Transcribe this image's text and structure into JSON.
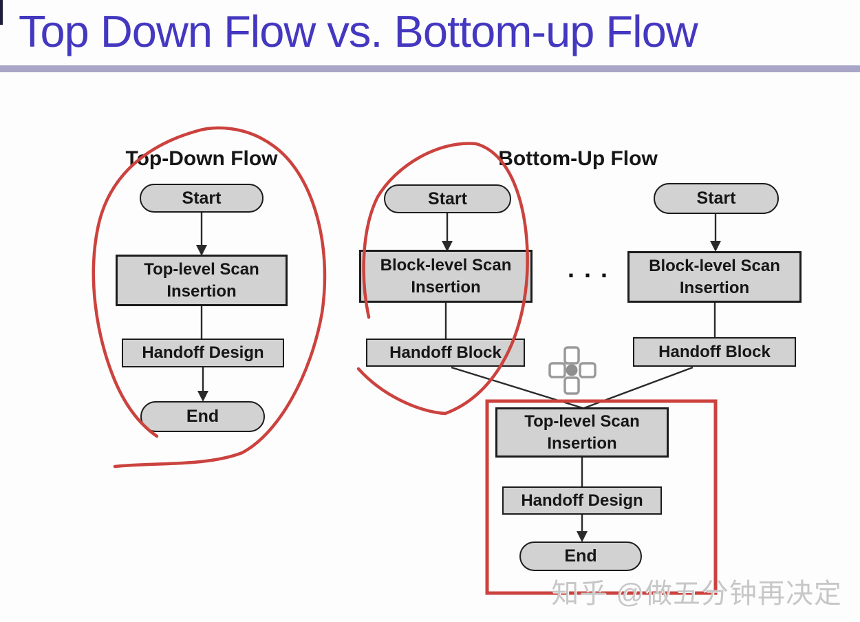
{
  "slide": {
    "title": "Top Down Flow vs. Bottom-up Flow"
  },
  "colors": {
    "title_text": "#4438c0",
    "title_rule": "#a8a5c6",
    "corner_mark": "#1e1e3c",
    "annotation_red": "#cb423e",
    "node_fill": "#d2d2d2",
    "node_border": "#1c1c1c",
    "node_text": "#161616",
    "connector": "#2a2a2a",
    "cursor_gray": "#9a9a9a",
    "watermark_gray": "#c7c7c7"
  },
  "top_down_flow": {
    "heading": "Top-Down Flow",
    "start_label": "Start",
    "scan_label": "Top-level Scan Insertion",
    "handoff_label": "Handoff Design",
    "end_label": "End"
  },
  "bottom_up_flow": {
    "heading": "Bottom-Up Flow",
    "ellipsis": ". . .",
    "branch1": {
      "start_label": "Start",
      "scan_label": "Block-level Scan Insertion",
      "handoff_label": "Handoff Block"
    },
    "branch2": {
      "start_label": "Start",
      "scan_label": "Block-level Scan Insertion",
      "handoff_label": "Handoff Block"
    },
    "merged": {
      "scan_label": "Top-level Scan Insertion",
      "handoff_label": "Handoff Design",
      "end_label": "End"
    }
  },
  "icons": {
    "move_cursor": "pan-move-cursor"
  },
  "watermark": "知乎 @做五分钟再决定"
}
